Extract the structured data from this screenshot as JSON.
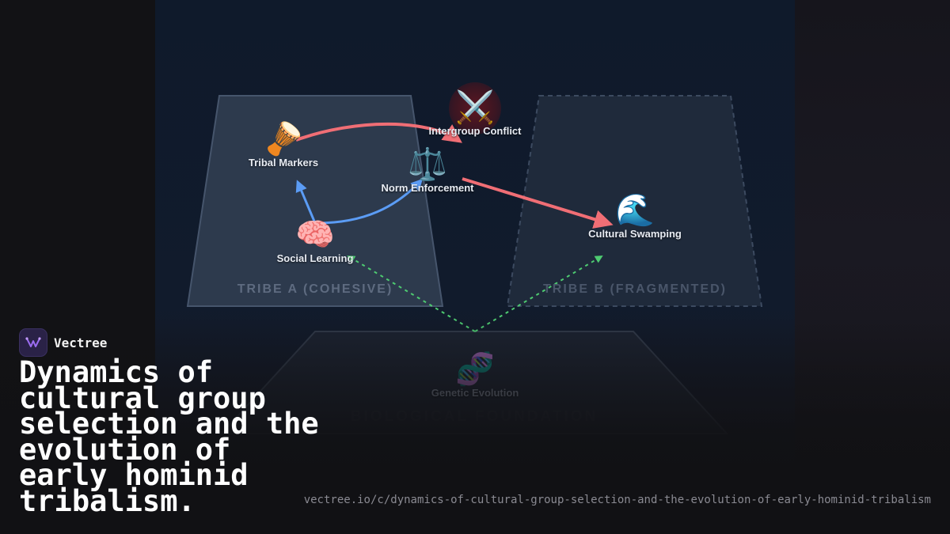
{
  "diagram": {
    "zones": {
      "tribe_a": "TRIBE A (COHESIVE)",
      "tribe_b": "TRIBE B (FRAGMENTED)",
      "foundation": "BIOLOGICAL FOUNDATION"
    },
    "nodes": {
      "tribal_markers": {
        "icon": "drum-icon",
        "glyph": "🪘",
        "label": "Tribal Markers"
      },
      "intergroup_conflict": {
        "icon": "crossed-swords-icon",
        "glyph": "⚔️",
        "label": "Intergroup Conflict"
      },
      "norm_enforcement": {
        "icon": "balance-scale-icon",
        "glyph": "⚖️",
        "label": "Norm Enforcement"
      },
      "social_learning": {
        "icon": "brain-icon",
        "glyph": "🧠",
        "label": "Social Learning"
      },
      "cultural_swamping": {
        "icon": "wave-icon",
        "glyph": "🌊",
        "label": "Cultural Swamping"
      },
      "genetic_evolution": {
        "icon": "dna-icon",
        "glyph": "🧬",
        "label": "Genetic Evolution"
      }
    },
    "edges": [
      {
        "from": "Social Learning",
        "to": "Tribal Markers",
        "color": "#5b9cf5",
        "style": "solid"
      },
      {
        "from": "Social Learning",
        "to": "Norm Enforcement",
        "color": "#5b9cf5",
        "style": "solid"
      },
      {
        "from": "Tribal Markers",
        "to": "Intergroup Conflict",
        "color": "#f06e75",
        "style": "solid"
      },
      {
        "from": "Norm Enforcement",
        "to": "Cultural Swamping",
        "color": "#f06e75",
        "style": "solid"
      },
      {
        "from": "Genetic Evolution",
        "to": "Social Learning",
        "color": "#4ecb71",
        "style": "dashed"
      },
      {
        "from": "Genetic Evolution",
        "to": "Cultural Swamping",
        "color": "#4ecb71",
        "style": "dashed"
      }
    ]
  },
  "brand": {
    "name": "Vectree",
    "logo_icon": "vectree-logo-icon"
  },
  "headline": "Dynamics of cultural group selection and the evolution of early hominid tribalism.",
  "url": "vectree.io/c/dynamics-of-cultural-group-selection-and-the-evolution-of-early-hominid-tribalism"
}
